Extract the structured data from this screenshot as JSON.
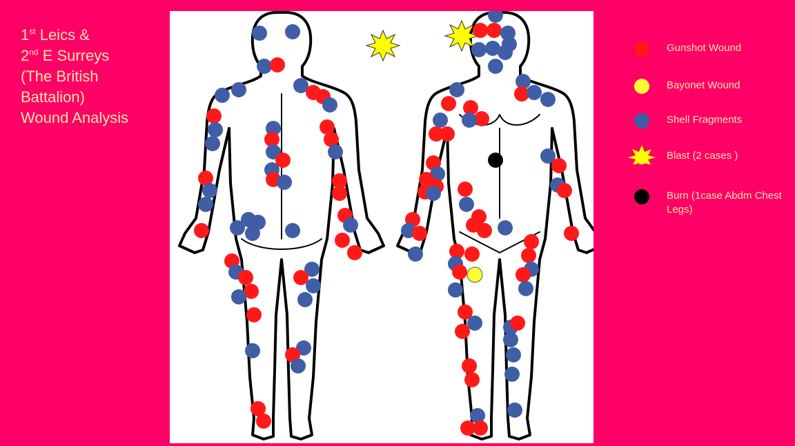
{
  "title": {
    "line1_main": "1",
    "line1_sup": "st",
    "line1_rest": " Leics &",
    "line2_main": "2",
    "line2_sup": "nd",
    "line2_rest": " E Surreys",
    "line3": "(The British",
    "line4": "Battalion)",
    "line5": "Wound Analysis"
  },
  "legend": [
    {
      "label": "Gunshot Wound",
      "marker": "dot",
      "color": "#ff1a1a"
    },
    {
      "label": "Bayonet Wound",
      "marker": "dot",
      "color": "#ffff33"
    },
    {
      "label": "Shell Fragments",
      "marker": "dot",
      "color": "#3f5ea6"
    },
    {
      "label": "Blast (2 cases )",
      "marker": "starburst",
      "color": "#ffff00"
    },
    {
      "label": "Burn (1case Abdm Chest Legs)",
      "marker": "dot",
      "color": "#000000"
    }
  ],
  "colors": {
    "background": "#ff0066",
    "text": "#ffe9a8",
    "gunshot": "#ff1a1a",
    "bayonet": "#ffff33",
    "shell": "#3f5ea6",
    "blast": "#ffff00",
    "burn": "#000000"
  }
}
